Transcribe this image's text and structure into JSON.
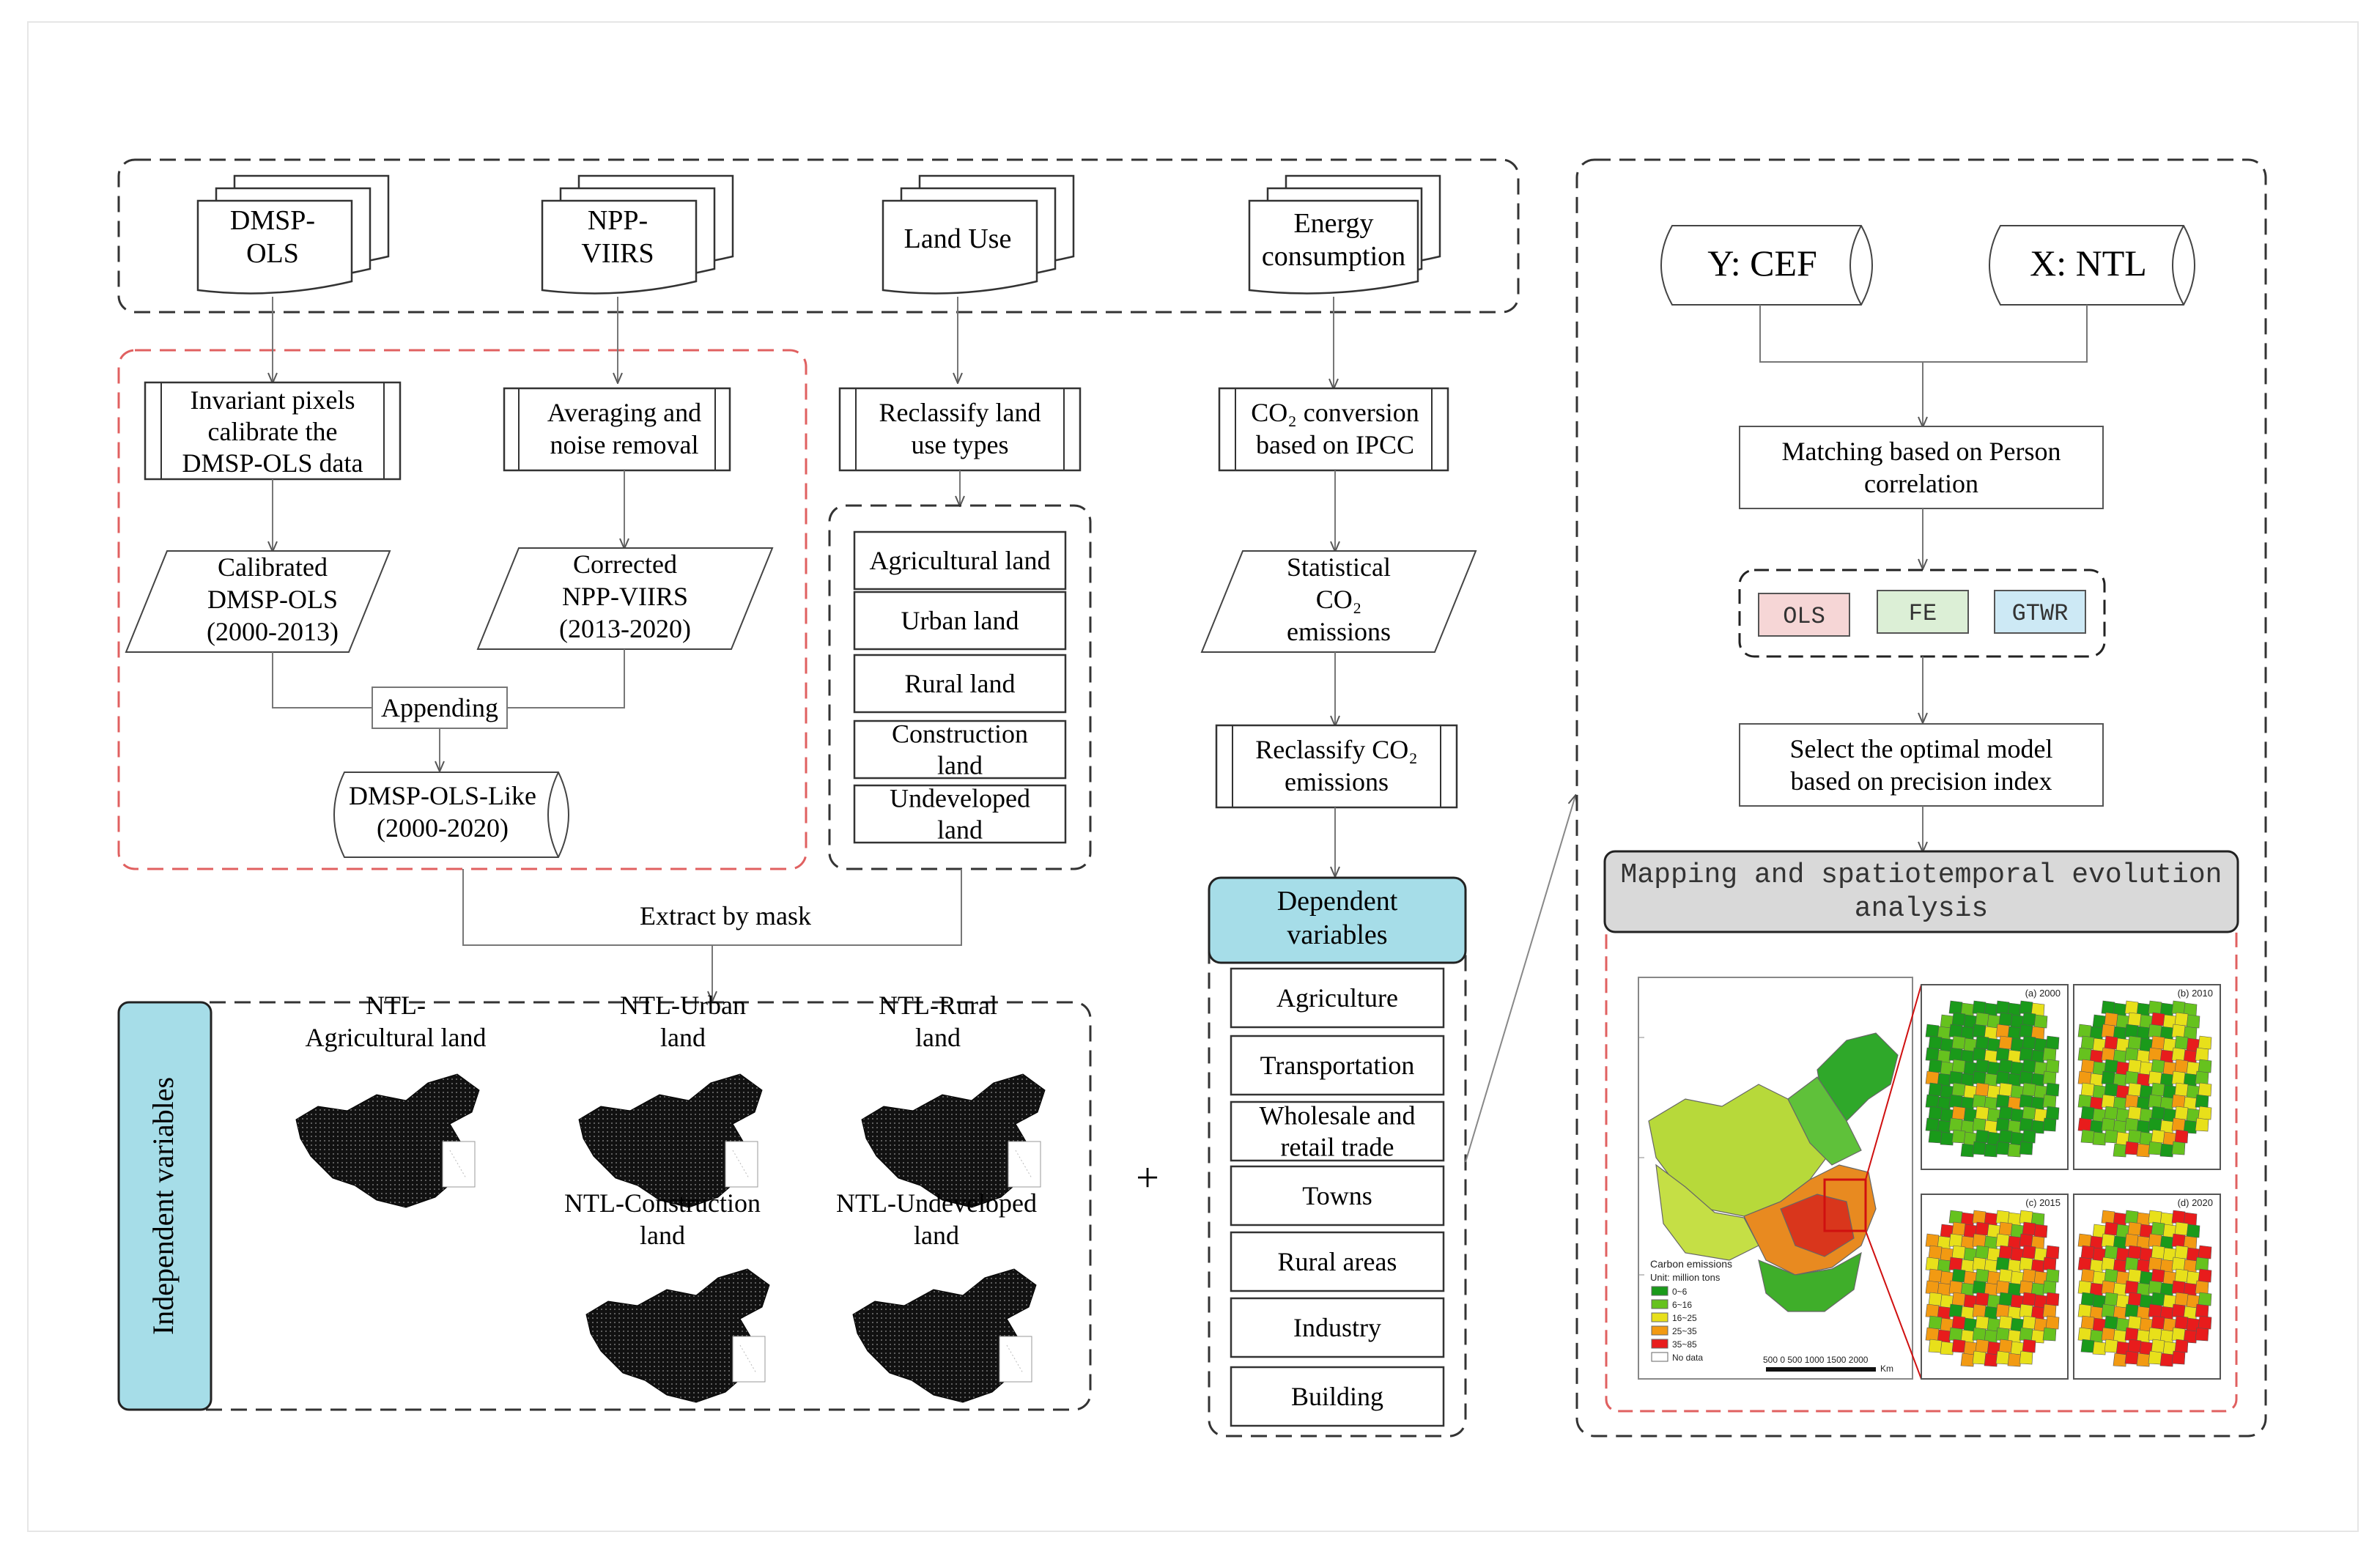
{
  "inputs": {
    "dmsp": [
      "DMSP-",
      "OLS"
    ],
    "npp": [
      "NPP-",
      "VIIRS"
    ],
    "landuse": "Land Use",
    "energy": [
      "Energy",
      "consumption"
    ]
  },
  "process": {
    "invariant": [
      "Invariant pixels",
      "calibrate the",
      "DMSP-OLS data"
    ],
    "averaging": [
      "Averaging and",
      "noise removal"
    ],
    "calibrated": [
      "Calibrated",
      "DMSP-OLS",
      "(2000-2013)"
    ],
    "corrected": [
      "Corrected",
      "NPP-VIIRS",
      "(2013-2020)"
    ],
    "appending": "Appending",
    "like": [
      "DMSP-OLS-Like",
      "(2000-2020)"
    ],
    "reclassify_land": [
      "Reclassify land",
      "use types"
    ],
    "co2_conversion": [
      "CO₂ conversion",
      "based on IPCC"
    ],
    "statistical": [
      "Statistical",
      "CO₂",
      "emissions"
    ],
    "reclassify_co2": [
      "Reclassify CO₂",
      "emissions"
    ],
    "extract": "Extract by mask",
    "plus": "+"
  },
  "land_types": [
    [
      "Agricultural land"
    ],
    [
      "Urban land"
    ],
    [
      "Rural land"
    ],
    [
      "Construction",
      "land"
    ],
    [
      "Undeveloped",
      "land"
    ]
  ],
  "dependent": {
    "title": [
      "Dependent",
      "variables"
    ],
    "items": [
      [
        "Agriculture"
      ],
      [
        "Transportation"
      ],
      [
        "Wholesale and",
        "retail trade"
      ],
      [
        "Towns"
      ],
      [
        "Rural areas"
      ],
      [
        "Industry"
      ],
      [
        "Building"
      ]
    ]
  },
  "independent": {
    "title": "Independent variables",
    "maps": [
      [
        "NTL-",
        "Agricultural land"
      ],
      [
        "NTL-Urban",
        "land"
      ],
      [
        "NTL-Rural",
        "land"
      ],
      [
        "NTL-Construction",
        "land"
      ],
      [
        "NTL-Undeveloped",
        "land"
      ]
    ]
  },
  "model": {
    "y": "Y: CEF",
    "x": "X: NTL",
    "matching": [
      "Matching based on Person",
      "correlation"
    ],
    "models": [
      "OLS",
      "FE",
      "GTWR"
    ],
    "select": [
      "Select the optimal model",
      "based on precision index"
    ],
    "mapping": [
      "Mapping and spatiotemporal evolution",
      "analysis"
    ]
  },
  "result_map": {
    "legend_title": "Carbon emissions",
    "legend_unit": "Unit: million tons",
    "legend": [
      {
        "label": "0~6",
        "color": "#1a9a1a"
      },
      {
        "label": "6~16",
        "color": "#66c21e"
      },
      {
        "label": "16~25",
        "color": "#e8e01a"
      },
      {
        "label": "25~35",
        "color": "#f29a12"
      },
      {
        "label": "35~85",
        "color": "#e81c1c"
      },
      {
        "label": "No data",
        "color": "#ffffff"
      }
    ],
    "panels": [
      "(a) 2000",
      "(b) 2010",
      "(c) 2015",
      "(d) 2020"
    ],
    "scale": "500  0  500 1000 1500 2000",
    "scale_unit": "Km"
  },
  "colors": {
    "cyan": "#a6dde8",
    "red_dash": "#e06060",
    "ols": "#f6d6d6",
    "fe": "#dcefd6",
    "gtwr": "#cde9f5",
    "gray": "#d9d9d9"
  }
}
